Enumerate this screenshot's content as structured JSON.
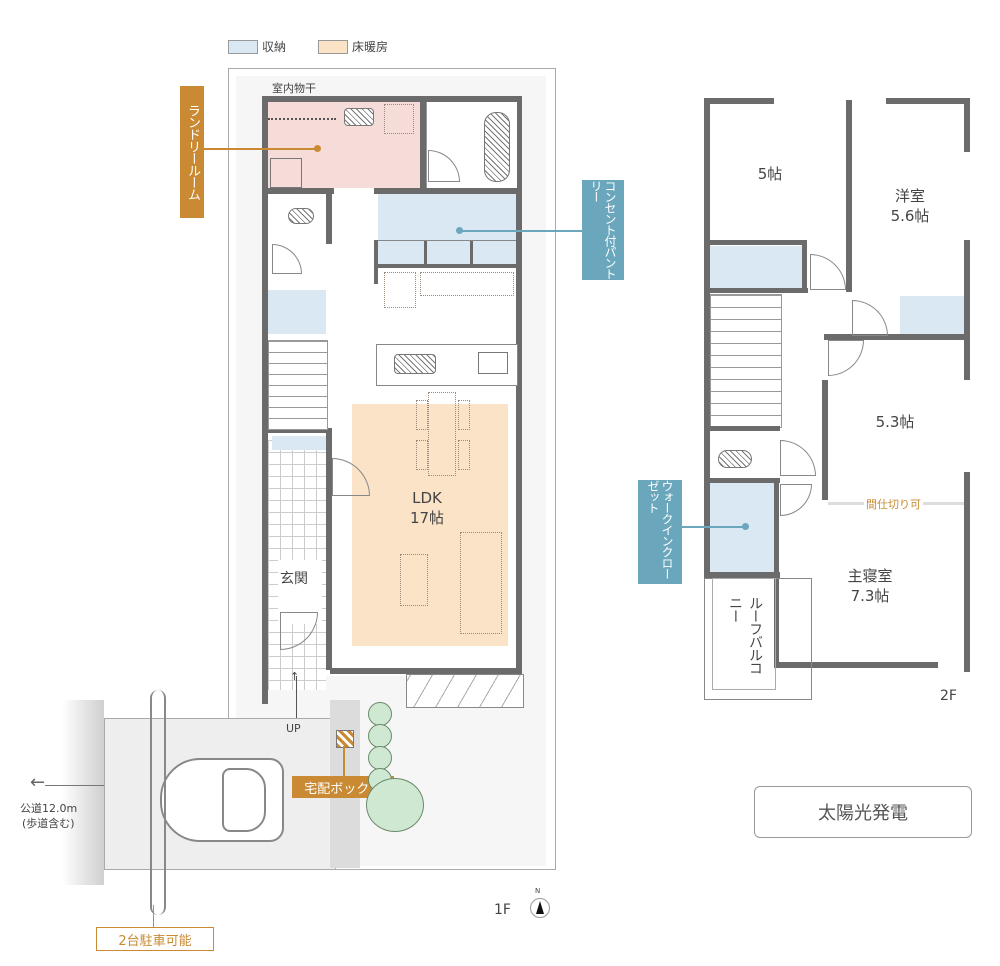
{
  "legend": {
    "items": [
      {
        "label": "収納",
        "color": "#d9e8f2"
      },
      {
        "label": "床暖房",
        "color": "#fbe3c7"
      }
    ]
  },
  "floor1": {
    "label": "1F",
    "north_mark": "N",
    "callouts": {
      "laundry_room": "ランドリールーム",
      "pantry": "コンセント付パントリー",
      "delivery_box": "宅配ボックス",
      "parking": "2台駐車可能"
    },
    "labels": {
      "indoor_drying": "室内物干",
      "ldk": "LDK",
      "ldk_size": "17帖",
      "entrance": "玄関",
      "up": "UP",
      "road": "公道12.0m",
      "road_note": "(歩道含む)"
    }
  },
  "floor2": {
    "label": "2F",
    "rooms": {
      "room_a": "5帖",
      "western_room": "洋室",
      "western_room_size": "5.6帖",
      "room_b": "5.3帖",
      "master_bedroom": "主寝室",
      "master_bedroom_size": "7.3帖",
      "partition_note": "間仕切り可",
      "roof_balcony": "ルーフバルコニー"
    },
    "callouts": {
      "walk_in_closet": "ウォークインクローゼット"
    }
  },
  "solar": {
    "label": "太陽光発電"
  },
  "colors": {
    "callout_orange": "#c98a33",
    "callout_blue": "#6aa7bd",
    "wall": "#6b6b6b",
    "storage": "#d9e8f2",
    "floor_heating": "#fbe3c7",
    "laundry": "#f6dcd9"
  }
}
